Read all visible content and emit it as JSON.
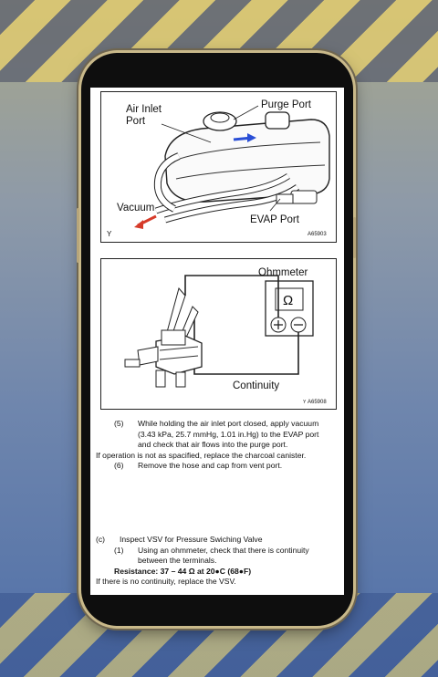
{
  "figure1": {
    "labels": {
      "air_inlet_port": [
        "Air Inlet",
        "Port"
      ],
      "purge_port": "Purge Port",
      "vacuum": "Vacuum",
      "evap_port": "EVAP Port",
      "corner": "Y",
      "code": "A65903"
    }
  },
  "figure2": {
    "labels": {
      "ohmmeter": "Ohmmeter",
      "omega": "Ω",
      "continuity": "Continuity",
      "code": "A65908",
      "corner": "Y"
    }
  },
  "instructions": {
    "step5_num": "(5)",
    "step5_lines": [
      "While holding the air inlet port closed, apply vacuum",
      "(3.43 kPa, 25.7 mmHg, 1.01 in.Hg) to the EVAP port",
      "and check that air flows into the purge port."
    ],
    "note1": "If operation is not as spacified, replace the charcoal canister.",
    "step6_num": "(6)",
    "step6": "Remove the hose and cap from vent port.",
    "section_c_num": "(c)",
    "section_c": "Inspect VSV for Pressure Swiching Valve",
    "step1_num": "(1)",
    "step1_lines": [
      "Using an ohmmeter, check that there is continuity",
      "between the terminals."
    ],
    "resistance": "Resistance: 37 – 44 Ω at 20●C (68●F)",
    "note2": "If there is no continuity, replace the VSV."
  },
  "colors": {
    "phone_frame": "#c9b98a",
    "stripe_yellow": "#e7cf6c",
    "arrow_red": "#d63b2a",
    "arrow_blue": "#2a4fd6"
  }
}
